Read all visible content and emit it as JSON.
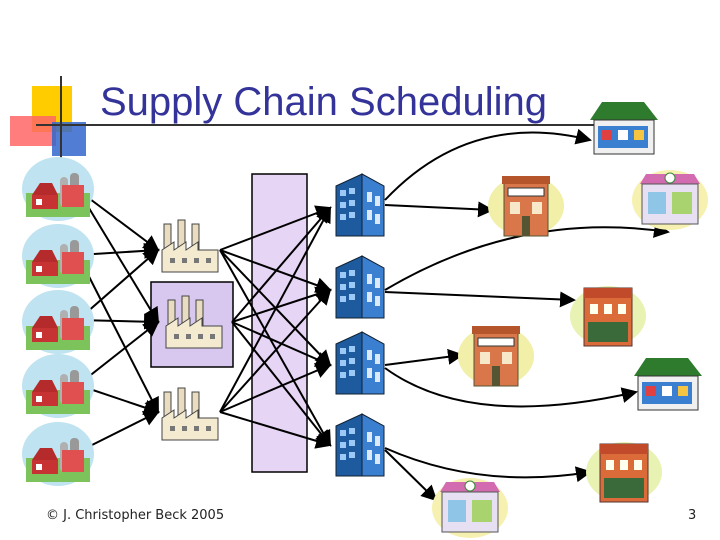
{
  "slide": {
    "title": "Supply Chain Scheduling",
    "footer": "© J. Christopher Beck 2005",
    "page_number": "3"
  },
  "colors": {
    "title": "#333399",
    "accent_yellow": "#ffcc00",
    "accent_red": "#ff3333",
    "accent_blue": "#3366cc",
    "warehouse_fill": "#e6d5f5",
    "factory_highlight": "#d8c8f0",
    "arrow": "#000000"
  },
  "diagram": {
    "farms": [
      {
        "name": "farm-1",
        "icon": "farm-icon"
      },
      {
        "name": "farm-2",
        "icon": "farm-icon"
      },
      {
        "name": "farm-3",
        "icon": "farm-icon"
      },
      {
        "name": "farm-4",
        "icon": "farm-icon"
      },
      {
        "name": "farm-5",
        "icon": "farm-icon"
      }
    ],
    "factories": [
      {
        "name": "factory-1",
        "icon": "factory-icon"
      },
      {
        "name": "factory-2",
        "icon": "factory-icon",
        "highlighted": true
      },
      {
        "name": "factory-3",
        "icon": "factory-icon"
      }
    ],
    "warehouse": {
      "name": "warehouse-bar"
    },
    "distribution_centers": [
      {
        "name": "distribution-center-1",
        "icon": "office-building-icon"
      },
      {
        "name": "distribution-center-2",
        "icon": "office-building-icon"
      },
      {
        "name": "distribution-center-3",
        "icon": "office-building-icon"
      },
      {
        "name": "distribution-center-4",
        "icon": "office-building-icon"
      }
    ],
    "stores": [
      {
        "name": "store-1",
        "icon": "market-stall-icon"
      },
      {
        "name": "store-2",
        "icon": "storefront-icon"
      },
      {
        "name": "store-3",
        "icon": "shop-icon"
      },
      {
        "name": "store-4",
        "icon": "storefront-icon"
      },
      {
        "name": "store-5",
        "icon": "market-stall-icon"
      },
      {
        "name": "store-6",
        "icon": "shop-icon"
      },
      {
        "name": "store-7",
        "icon": "storefront-icon"
      },
      {
        "name": "store-8",
        "icon": "shop-icon"
      }
    ]
  }
}
